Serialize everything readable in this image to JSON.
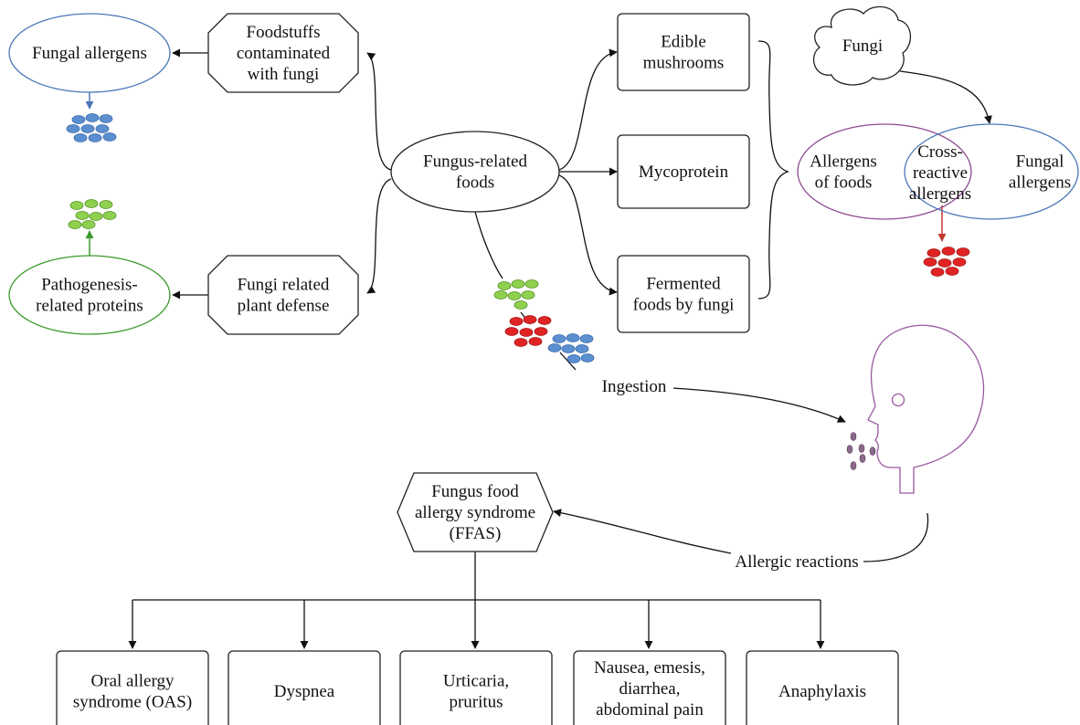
{
  "nodes": {
    "center": [
      "Fungus-related",
      "foods"
    ],
    "contaminated": [
      "Foodstuffs",
      "contaminated",
      "with fungi"
    ],
    "plant_defense": [
      "Fungi related",
      "plant defense"
    ],
    "fungal_allergens_left": [
      "Fungal allergens"
    ],
    "pathogenesis": [
      "Pathogenesis-",
      "related proteins"
    ],
    "edible": [
      "Edible",
      "mushrooms"
    ],
    "mycoprotein": [
      "Mycoprotein"
    ],
    "fermented": [
      "Fermented",
      "foods by fungi"
    ],
    "fungi_cloud": [
      "Fungi"
    ],
    "allergens_foods": [
      "Allergens",
      "of foods"
    ],
    "cross_reactive": [
      "Cross-",
      "reactive",
      "allergens"
    ],
    "fungal_allergens_right": [
      "Fungal",
      "allergens"
    ],
    "ffas": [
      "Fungus food",
      "allergy syndrome",
      "(FFAS)"
    ],
    "ingestion": [
      "Ingestion"
    ],
    "allergic_reactions": [
      "Allergic reactions"
    ]
  },
  "symptoms": [
    [
      "Oral allergy",
      "syndrome (OAS)"
    ],
    [
      "Dyspnea"
    ],
    [
      "Urticaria,",
      "pruritus"
    ],
    [
      "Nausea, emesis,",
      "diarrhea,",
      "abdominal pain"
    ],
    [
      "Anaphylaxis"
    ]
  ],
  "colors": {
    "fungal_allergen": "#5b8fd0",
    "pathogenesis_protein": "#8fd14f",
    "cross_reactive": "#e02424",
    "fungal_allergen_outline": "#4a78b8",
    "pathogenesis_outline": "#3a9a2a",
    "food_allergen_outline": "#8e4a8e",
    "head_outline": "#9b59a0",
    "cross_arrow": "#c0392b"
  }
}
